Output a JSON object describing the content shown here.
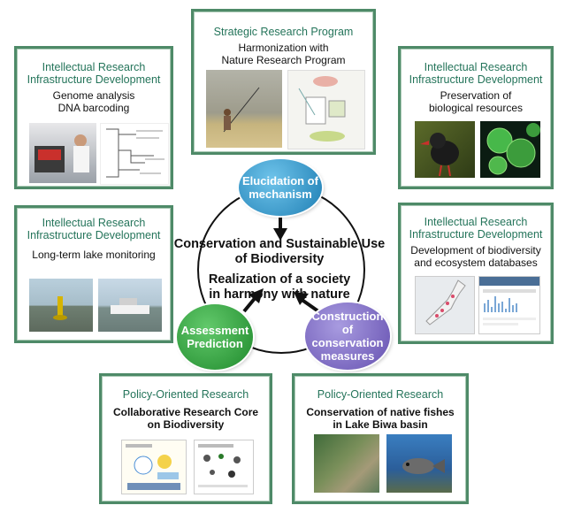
{
  "boxes": {
    "top": {
      "category": "Strategic Research Program",
      "subtitle_1": "Harmonization with",
      "subtitle_2": "Nature Research Program"
    },
    "left_top": {
      "category_1": "Intellectual Research",
      "category_2": "Infrastructure Development",
      "subtitle_1": "Genome analysis",
      "subtitle_2": "DNA barcoding"
    },
    "right_top": {
      "category_1": "Intellectual Research",
      "category_2": "Infrastructure Development",
      "subtitle_1": "Preservation of",
      "subtitle_2": "biological resources"
    },
    "left_mid": {
      "category_1": "Intellectual Research",
      "category_2": "Infrastructure Development",
      "subtitle_1": "Long-term lake monitoring"
    },
    "right_mid": {
      "category_1": "Intellectual Research",
      "category_2": "Infrastructure Development",
      "subtitle_1": "Development of biodiversity",
      "subtitle_2": "and ecosystem databases"
    },
    "bottom_left": {
      "category": "Policy-Oriented Research",
      "subtitle_1": "Collaborative Research Core",
      "subtitle_2": "on Biodiversity"
    },
    "bottom_right": {
      "category": "Policy-Oriented Research",
      "subtitle_1": "Conservation of native fishes",
      "subtitle_2": "in Lake Biwa basin"
    }
  },
  "cycle": {
    "top": {
      "line1": "Elucidation of",
      "line2": "mechanism",
      "color": "#2a93c7"
    },
    "left": {
      "line1": "Assessment",
      "line2": "Prediction",
      "color": "#2f9a3a"
    },
    "right": {
      "line1": "Construction",
      "line2": "of conservation",
      "line3": "measures",
      "color": "#7f6bbf"
    }
  },
  "center": {
    "line1": "Conservation and Sustainable Use",
    "line2": "of Biodiversity",
    "line3": "Realization of a society",
    "line4": "in harmony with nature"
  }
}
